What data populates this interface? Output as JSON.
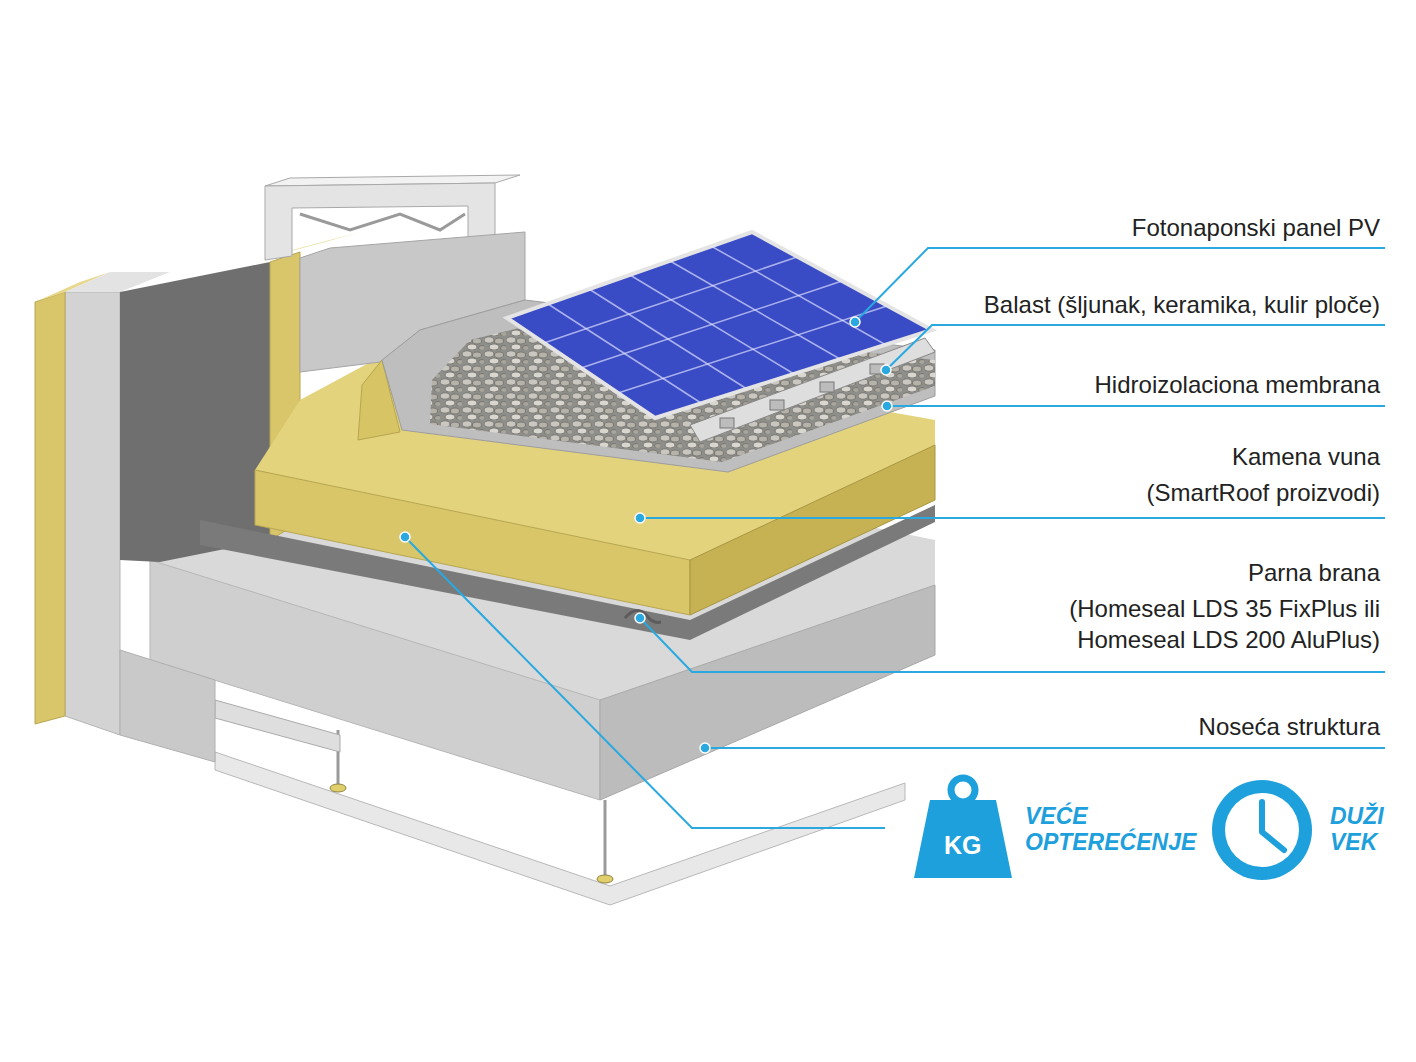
{
  "diagram": {
    "labels": [
      "Fotonaponski panel PV",
      "Balast (šljunak, keramika, kulir ploče)",
      "Hidroizolaciona membrana",
      "Kamena vuna",
      "(SmartRoof proizvodi)",
      "Parna brana",
      "(Homeseal LDS 35 FixPlus ili Homeseal LDS 200 AluPlus)",
      "Noseća struktura",
      "KG",
      "VEĆE OPTEREĆENJE",
      "DUŽI VEK"
    ]
  }
}
